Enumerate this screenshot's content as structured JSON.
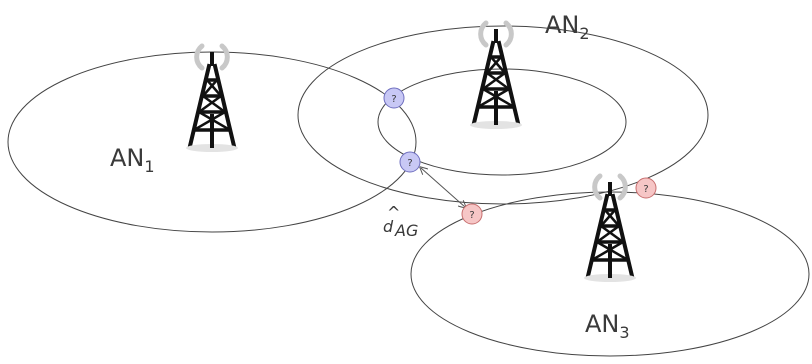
{
  "colors": {
    "ellipse_stroke": "#444444",
    "tower": "#111111",
    "signal_arc": "#c8c8c8",
    "candidate_blue_fill": "#c8c8f5",
    "candidate_blue_stroke": "#6f6fbf",
    "candidate_red_fill": "#f6c6c6",
    "candidate_red_stroke": "#c86f6f",
    "arrow": "#555555"
  },
  "anchors": [
    {
      "id": "an1",
      "label": "AN",
      "subscript": "1",
      "icon": "antenna-tower-icon"
    },
    {
      "id": "an2",
      "label": "AN",
      "subscript": "2",
      "icon": "antenna-tower-icon"
    },
    {
      "id": "an3",
      "label": "AN",
      "subscript": "3",
      "icon": "antenna-tower-icon"
    }
  ],
  "candidates": [
    {
      "id": "c1",
      "text": "?",
      "color": "blue"
    },
    {
      "id": "c2",
      "text": "?",
      "color": "blue"
    },
    {
      "id": "c3",
      "text": "?",
      "color": "red"
    },
    {
      "id": "c4",
      "text": "?",
      "color": "red"
    }
  ],
  "distance": {
    "symbol": "d",
    "hat": "^",
    "subscript": "AG"
  }
}
